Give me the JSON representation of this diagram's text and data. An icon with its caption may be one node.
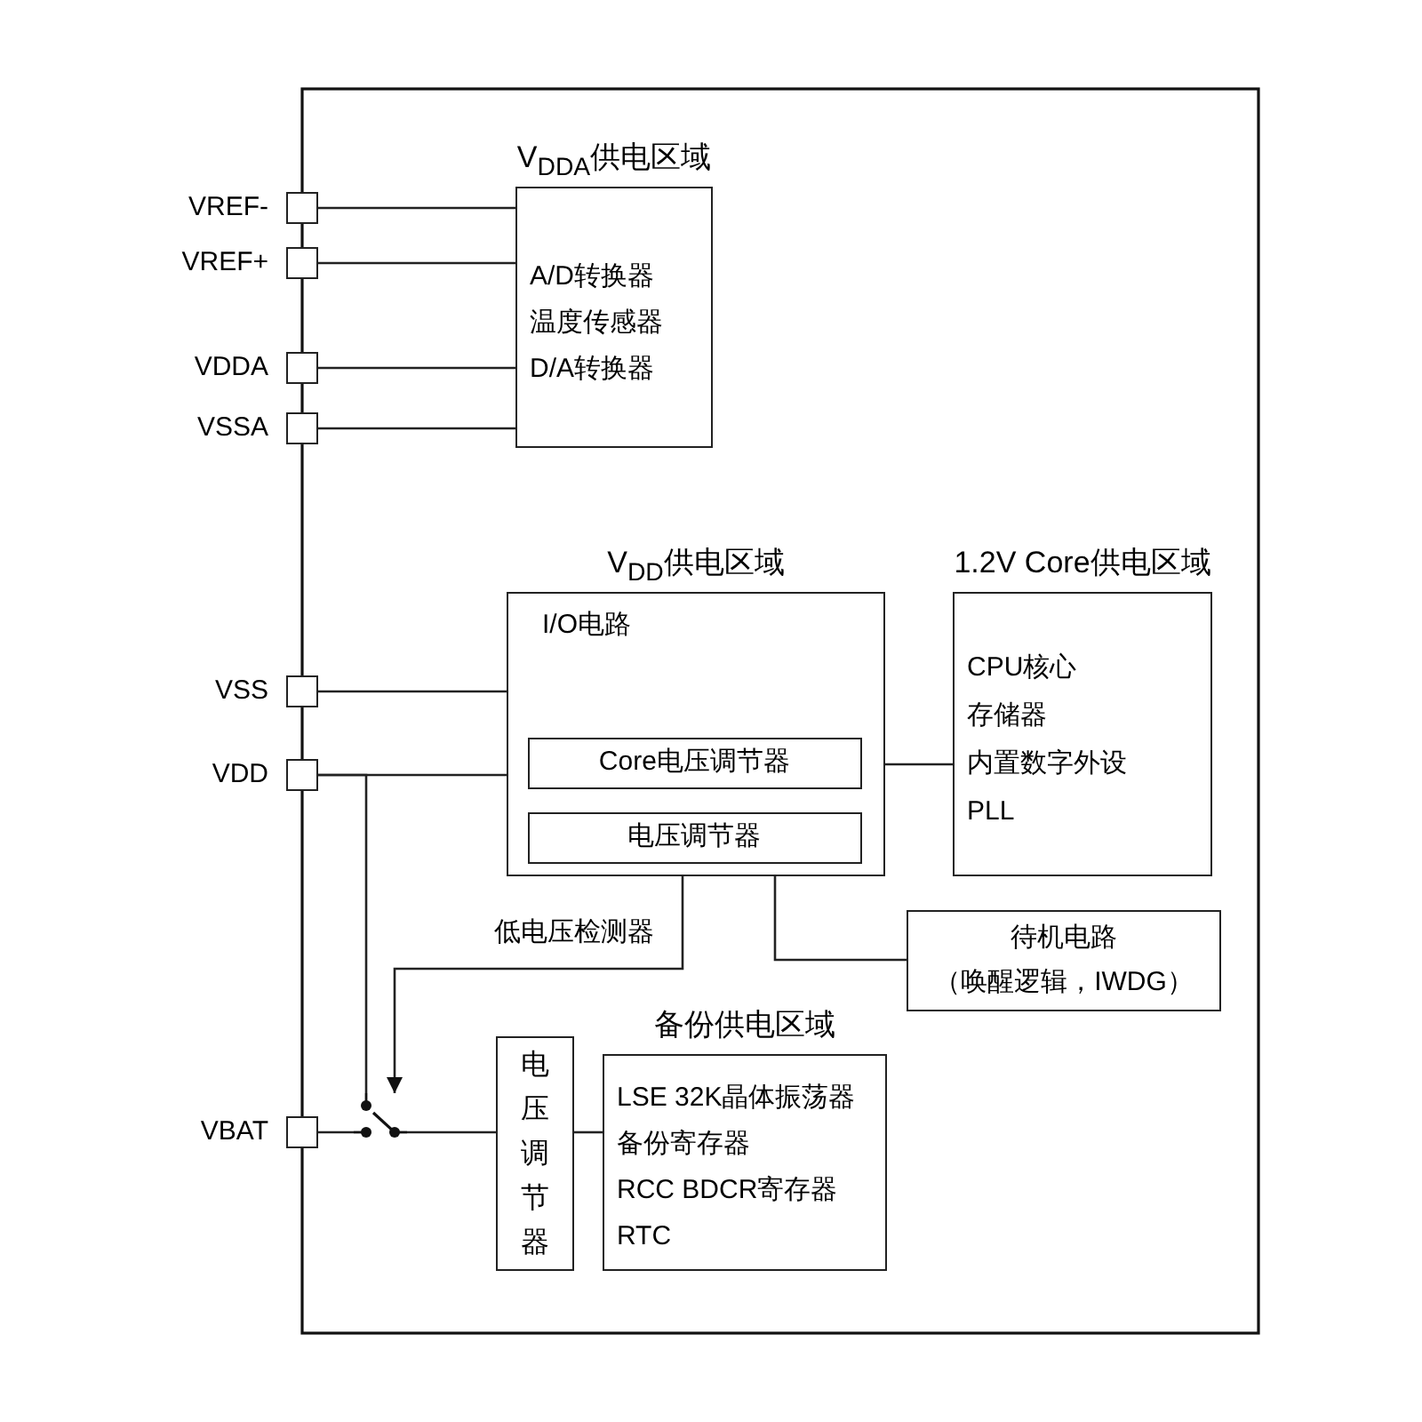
{
  "diagram": {
    "nodes": [
      {
        "text": [
          "VREF-"
        ]
      },
      {
        "text": [
          "VREF+"
        ]
      },
      {
        "text": [
          "VDDA"
        ]
      },
      {
        "text": [
          "VSSA"
        ]
      },
      {
        "text": [
          "V$_{DDA}$供电区域",
          "A/D转换器",
          "温度传感器",
          "D/A转换器"
        ]
      },
      {
        "text": [
          "VSS"
        ]
      },
      {
        "text": [
          "VDD"
        ]
      },
      {
        "text": [
          "V$_{DD}$供电区域",
          "I/O电路"
        ]
      },
      {
        "text": [
          "Core电压调节器"
        ],
        "in": 7
      },
      {
        "text": [
          "电压调节器"
        ],
        "in": 7
      },
      {
        "text": [
          "1.2V Core供电区域",
          "CPU核心",
          "存储器",
          "内置数字外设",
          "PLL"
        ]
      },
      {
        "text": [
          "待机电路",
          "（唤醒逻辑，IWDG）"
        ]
      },
      {
        "text": [
          "VBAT"
        ]
      },
      {
        "text": [],
        "shape": "switch"
      },
      {
        "text": [
          "电压调节器"
        ]
      },
      {
        "text": [
          "备份供电区域",
          "LSE 32K晶体振荡器",
          "备份寄存器",
          "RCC BDCR寄存器",
          "RTC"
        ]
      }
    ],
    "edges": [
      {
        "from": 0,
        "to": 4,
        "arrow": "none"
      },
      {
        "from": 1,
        "to": 4,
        "arrow": "none"
      },
      {
        "from": 2,
        "to": 4,
        "arrow": "none"
      },
      {
        "from": 3,
        "to": 4,
        "arrow": "none"
      },
      {
        "from": 5,
        "to": 7,
        "arrow": "none"
      },
      {
        "from": 6,
        "to": 7,
        "arrow": "none"
      },
      {
        "from": 6,
        "to": 13,
        "arrow": "none"
      },
      {
        "from": 7,
        "to": 13,
        "arrow": "to",
        "label": "低电压检测器"
      },
      {
        "from": 12,
        "to": 13,
        "arrow": "none"
      },
      {
        "from": 13,
        "to": 14,
        "arrow": "none"
      },
      {
        "from": 14,
        "to": 15,
        "arrow": "none"
      },
      {
        "from": 8,
        "to": 10,
        "arrow": "none"
      },
      {
        "from": 9,
        "to": 11,
        "arrow": "none"
      }
    ]
  }
}
